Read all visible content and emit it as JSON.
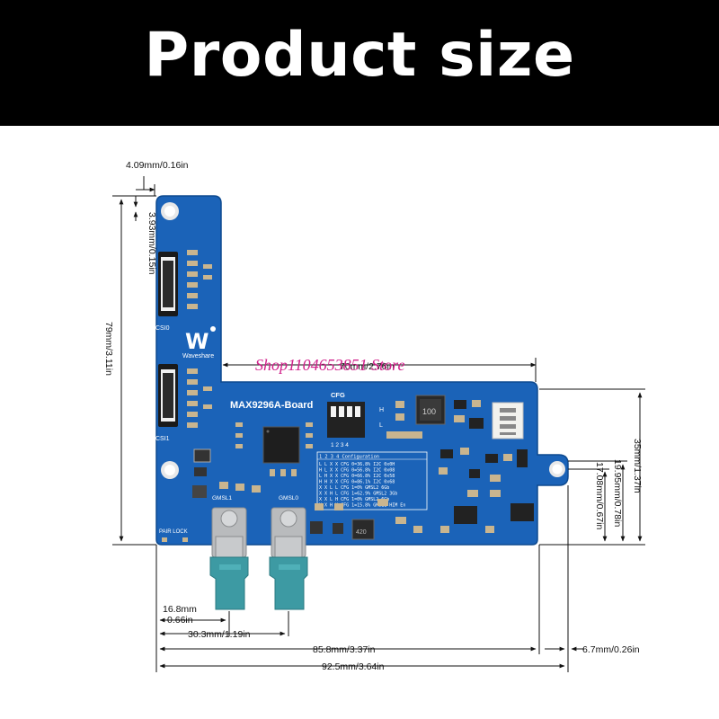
{
  "banner": {
    "title": "Product size"
  },
  "dimensions": {
    "top_offset": "4.09mm/0.16in",
    "hole_offset": "3.93mm/0.15in",
    "left_height": "79mm/3.11in",
    "right_width": "70mm/2.76in",
    "right_height": "35mm/1.37in",
    "mid_height": "19.95mm/0.78in",
    "low_height": "17.08mm/0.67in",
    "conn1_value": "16.8mm",
    "conn1_inch": "0.66in",
    "conn2": "30.3mm/1.19in",
    "hole_width": "85.8mm/3.37in",
    "right_margin": "6.7mm/0.26in",
    "total_width": "92.5mm/3.64in"
  },
  "board": {
    "name": "MAX9296A-Board",
    "brand": "Waveshare",
    "csi0": "CSI0",
    "csi1": "CSI1",
    "cfg": "CFG",
    "gmsl1": "GMSL1",
    "gmsl0": "GMSL0",
    "pair_lock": "PAIR LOCK",
    "inductor": "100",
    "chip_c": "420",
    "switch_nums": "1 2 3 4",
    "switch_h": "H",
    "switch_l": "L",
    "config_table": {
      "header": "1 2 3 4   Configuration",
      "rows": [
        "L L X X  CFG 0=36.8% I2C 0x0H",
        "H L X X  CFG 0=56.8% I2C 0x08",
        "L H X X  CFG 0=66.8% I2C 0x58",
        "H H X X  CFG 0=86.1% I2C 0x68",
        "X X L L  CFG 1=0%    GMSL2 6Gb",
        "X X H L  CFG 1=62.9% GMSL2 3Gb",
        "X X L H  CFG 1=0%    GMSL2 6Gb",
        "X X H H  CFG 1=15.8% GMSL1 HIM En"
      ]
    }
  },
  "watermark": "Shop1104653851 Store",
  "colors": {
    "pcb": "#1b63b8",
    "pcb_dark": "#12509a",
    "fakra": "#3d9aa3",
    "watermark": "#d0208a"
  }
}
